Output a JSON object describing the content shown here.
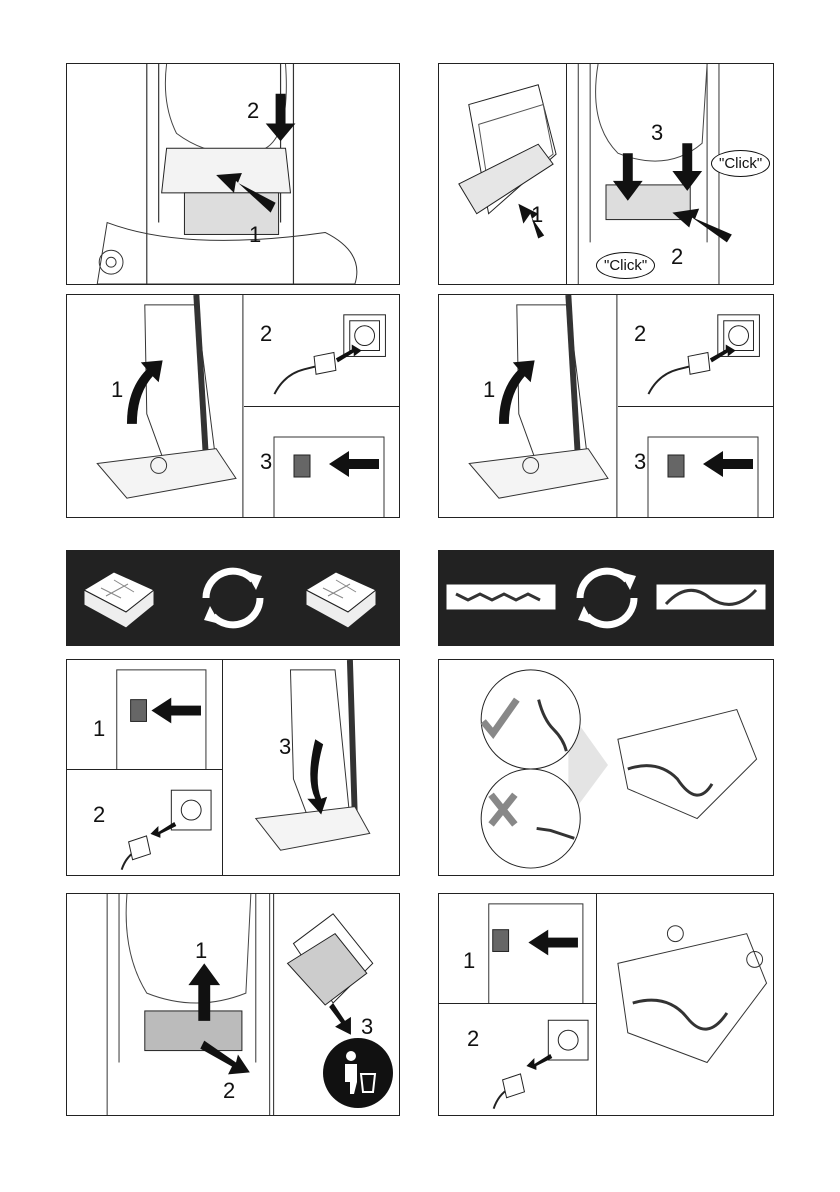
{
  "filter_replace": {
    "step1": "1",
    "step2": "2"
  },
  "filter_insert": {
    "step1": "1",
    "step2": "2",
    "step3": "3",
    "click_a": "\"Click\"",
    "click_b": "\"Click\""
  },
  "power_left": {
    "step1": "1",
    "step2": "2",
    "step3": "3"
  },
  "power_right": {
    "step1": "1",
    "step2": "2",
    "step3": "3"
  },
  "unplug_left": {
    "step1": "1",
    "step2": "2",
    "step3": "3"
  },
  "dispose": {
    "step1": "1",
    "step2": "2",
    "step3": "3"
  },
  "brush_check": {
    "ok_icon": "check-icon",
    "bad_icon": "cross-icon"
  },
  "unplug_right": {
    "step1": "1",
    "step2": "2"
  },
  "icons": {
    "arrow": "arrow-icon",
    "cycle": "replace-cycle-icon",
    "filter": "hepa-filter-icon",
    "brush": "brush-roll-icon",
    "socket": "wall-socket-icon",
    "plug": "power-plug-icon",
    "trash": "trash-bin-icon"
  }
}
